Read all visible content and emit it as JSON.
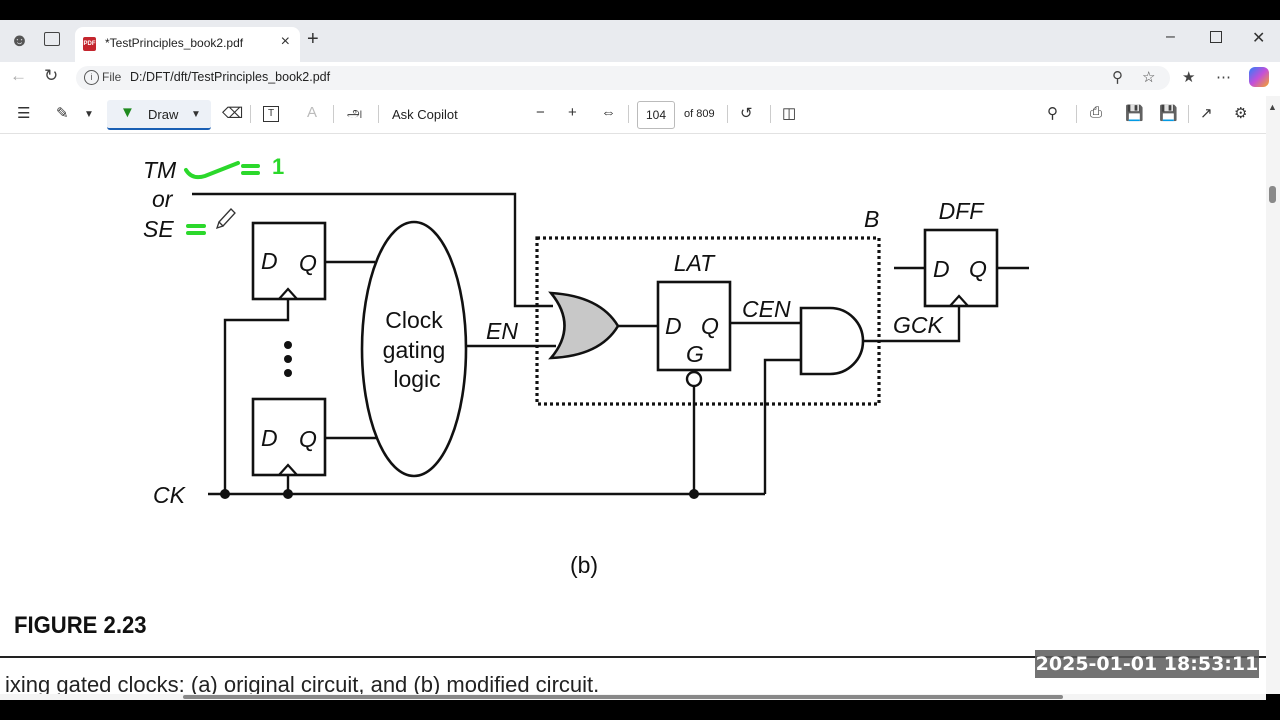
{
  "browser": {
    "tab_title": "*TestPrinciples_book2.pdf",
    "pdf_badge": "PDF",
    "address_prefix": "File",
    "address_path": "D:/DFT/dft/TestPrinciples_book2.pdf",
    "new_tab_icon": "plus-icon",
    "window_controls": [
      "minimize-icon",
      "maximize-icon",
      "close-icon"
    ]
  },
  "toolbar": {
    "draw_label": "Draw",
    "translate_glyph": "அ",
    "ask_copilot_label": "Ask Copilot",
    "page_number": "104",
    "page_total": "of 809"
  },
  "diagram": {
    "tm_label": "TM",
    "or_label": "or",
    "se_label": "SE",
    "handwritten_one": "1",
    "dff_top_label": "DFF",
    "b_label": "B",
    "lat_label": "LAT",
    "d_label": "D",
    "q_label": "Q",
    "g_label": "G",
    "clock_gating_line1": "Clock",
    "clock_gating_line2": "gating",
    "clock_gating_line3": "logic",
    "en_label": "EN",
    "cen_label": "CEN",
    "gck_label": "GCK",
    "ck_label": "CK",
    "sub_caption": "(b)"
  },
  "page": {
    "figure_label": "FIGURE 2.23",
    "caption": "ixing gated clocks: (a) original circuit, and (b) modified circuit."
  },
  "overlay": {
    "timestamp": "2025-01-01  18:53:11"
  },
  "colors": {
    "ink_green": "#2bd82b",
    "accent_blue": "#1a5fb4"
  }
}
